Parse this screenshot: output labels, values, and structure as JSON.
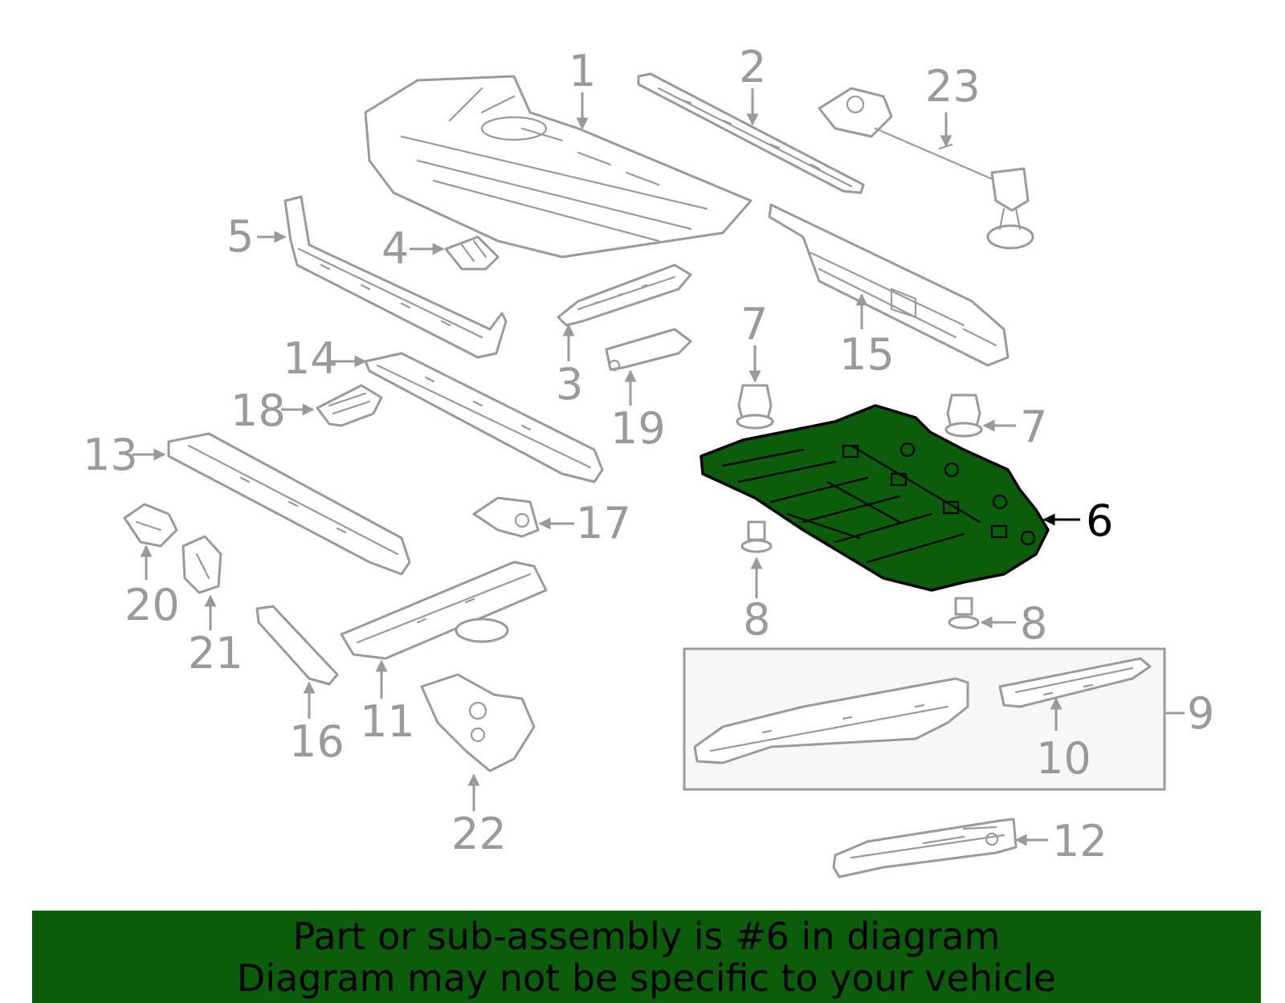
{
  "diagram": {
    "highlight_color": "#0b5d0b",
    "line_color": "#9a9a9a",
    "highlighted_callout": "6",
    "callouts": [
      "1",
      "2",
      "3",
      "4",
      "5",
      "6",
      "7",
      "7",
      "8",
      "8",
      "9",
      "10",
      "11",
      "12",
      "13",
      "14",
      "15",
      "16",
      "17",
      "18",
      "19",
      "20",
      "21",
      "22",
      "23"
    ]
  },
  "banner": {
    "line1": "Part or sub-assembly is #6 in diagram",
    "line2": "Diagram may not be specific to your vehicle",
    "background": "#0b5d0b",
    "text_color": "#000000"
  }
}
